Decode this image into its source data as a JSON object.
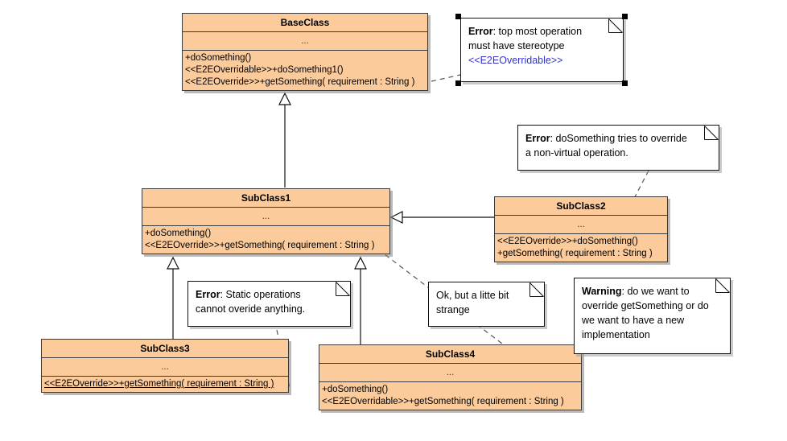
{
  "diagram": {
    "title": "UML class diagram with validation notes",
    "colors": {
      "class_fill": "#fbcb9c",
      "class_border": "#3a3a3a",
      "note_fill": "#ffffff",
      "note_border": "#111111",
      "stereotype_link": "#3333cc",
      "canvas": "#ffffff"
    }
  },
  "classes": [
    {
      "id": "baseclass",
      "name": "BaseClass",
      "attributes": "...",
      "operations": [
        {
          "text": "+doSomething()",
          "static": false
        },
        {
          "text": "<<E2EOverridable>>+doSomething1()",
          "static": false
        },
        {
          "text": "<<E2EOverride>>+getSomething( requirement : String )",
          "static": false
        }
      ]
    },
    {
      "id": "subclass1",
      "name": "SubClass1",
      "attributes": "...",
      "operations": [
        {
          "text": "+doSomething()",
          "static": false
        },
        {
          "text": "<<E2EOverride>>+getSomething( requirement : String )",
          "static": false
        }
      ]
    },
    {
      "id": "subclass2",
      "name": "SubClass2",
      "attributes": "...",
      "operations": [
        {
          "text": "<<E2EOverride>>+doSomething()",
          "static": false
        },
        {
          "text": "+getSomething( requirement : String )",
          "static": false
        }
      ]
    },
    {
      "id": "subclass3",
      "name": "SubClass3",
      "attributes": "...",
      "operations": [
        {
          "text": "<<E2EOverride>>+getSomething( requirement : String )",
          "static": true
        }
      ]
    },
    {
      "id": "subclass4",
      "name": "SubClass4",
      "attributes": "...",
      "operations": [
        {
          "text": "+doSomething()",
          "static": false
        },
        {
          "text": "<<E2EOverridable>>+getSomething( requirement : String )",
          "static": false
        }
      ]
    }
  ],
  "notes": [
    {
      "id": "note-baseclass-error",
      "kind": "Error",
      "separator": ": ",
      "line1": "top most operation",
      "line2": "must have stereotype",
      "stereotype": "<<E2EOverridable>>",
      "selected": true
    },
    {
      "id": "note-subclass2-error",
      "kind": "Error",
      "separator": ": ",
      "line1": "doSomething tries to override",
      "line2": "a non-virtual operation.",
      "stereotype": "",
      "selected": false
    },
    {
      "id": "note-subclass3-error",
      "kind": "Error",
      "separator": ": ",
      "line1": "Static operations",
      "line2": "cannot overide anything.",
      "stereotype": "",
      "selected": false
    },
    {
      "id": "note-ok",
      "kind": "",
      "separator": "",
      "line1": "Ok, but a litte bit",
      "line2": "strange",
      "stereotype": "",
      "selected": false
    },
    {
      "id": "note-subclass4-warning",
      "kind": "Warning",
      "separator": ": ",
      "line1": "do we want to",
      "line2": "override getSomething or do",
      "line3": "we want to have a new",
      "line4": "implementation",
      "stereotype": "",
      "selected": false
    }
  ],
  "relationships": [
    {
      "id": "gen-subclass1-baseclass",
      "type": "generalization",
      "from": "SubClass1",
      "to": "BaseClass"
    },
    {
      "id": "gen-subclass2-subclass1",
      "type": "generalization",
      "from": "SubClass2",
      "to": "SubClass1"
    },
    {
      "id": "gen-subclass3-subclass1",
      "type": "generalization",
      "from": "SubClass3",
      "to": "SubClass1"
    },
    {
      "id": "gen-subclass4-subclass1",
      "type": "generalization",
      "from": "SubClass4",
      "to": "SubClass1"
    },
    {
      "id": "link-baseclass-note",
      "type": "note-anchor",
      "from": "BaseClass",
      "to": "note-baseclass-error"
    },
    {
      "id": "link-subclass2-note",
      "type": "note-anchor",
      "from": "note-subclass2-error",
      "to": "SubClass2"
    },
    {
      "id": "link-subclass3-note",
      "type": "note-anchor",
      "from": "note-subclass3-error",
      "to": "SubClass3"
    },
    {
      "id": "link-subclass4-note",
      "type": "note-anchor",
      "from": "SubClass1",
      "to": "SubClass4"
    }
  ]
}
